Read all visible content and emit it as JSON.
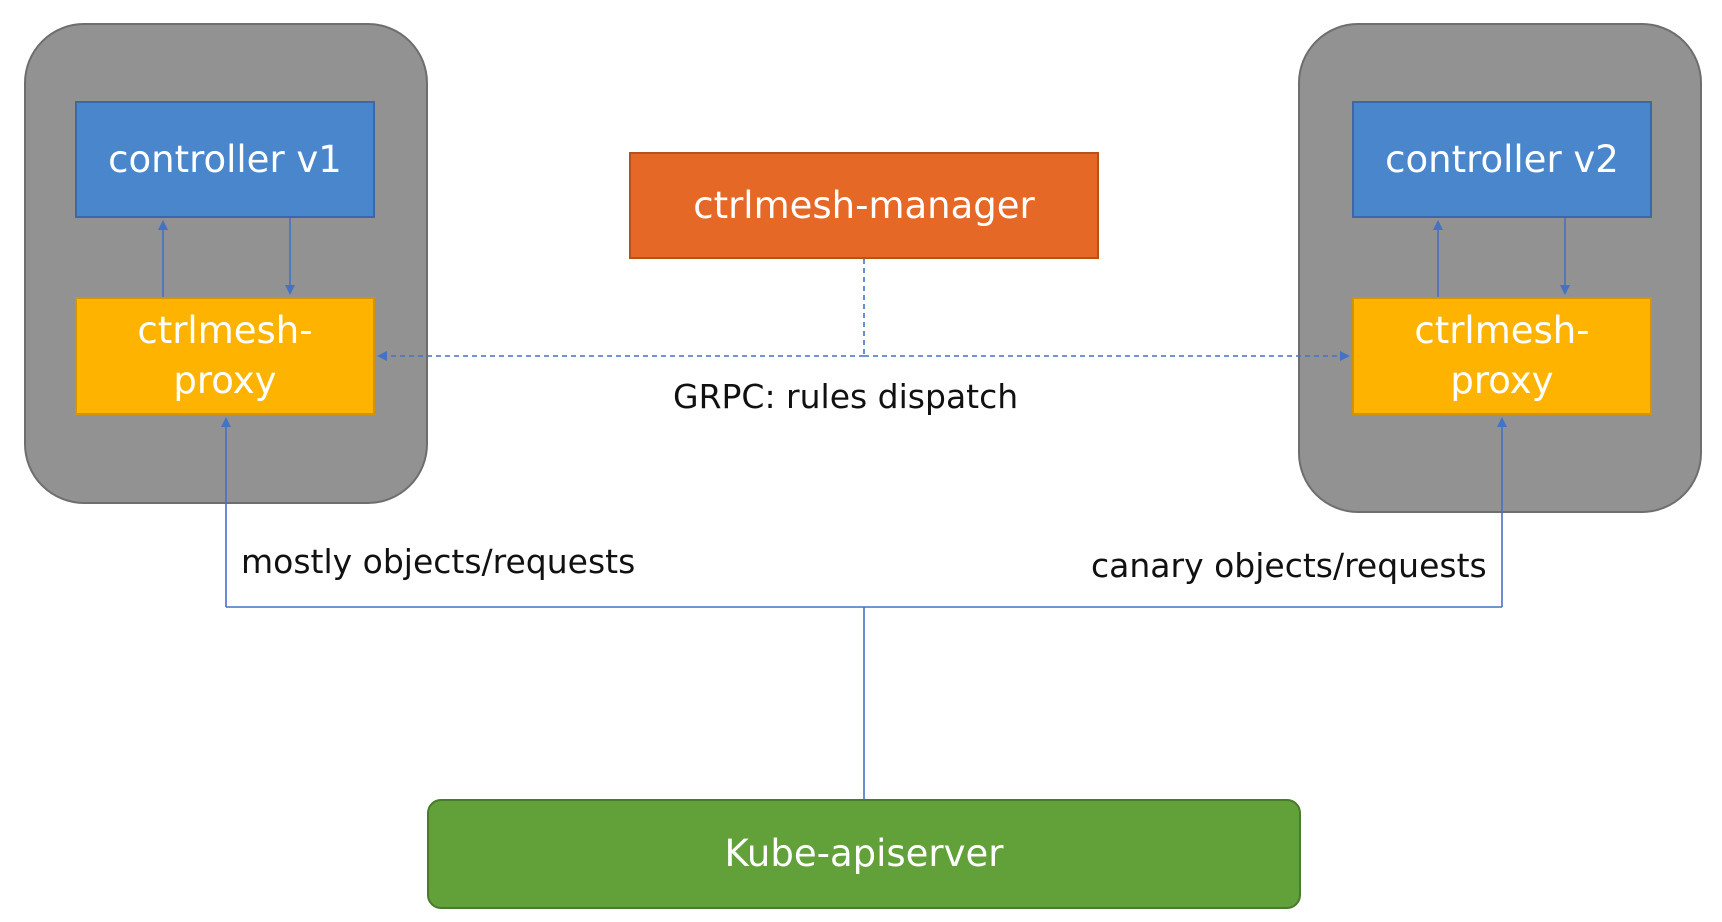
{
  "pods": {
    "left": {
      "controller": "controller v1",
      "proxy": "ctrlmesh-\nproxy"
    },
    "right": {
      "controller": "controller v2",
      "proxy": "ctrlmesh-\nproxy"
    }
  },
  "manager": {
    "label": "ctrlmesh-manager"
  },
  "apiserver": {
    "label": "Kube-apiserver"
  },
  "edges": {
    "grpc": "GRPC: rules dispatch",
    "mostly": "mostly objects/requests",
    "canary": "canary objects/requests"
  },
  "colors": {
    "pod": "#929292",
    "controller": "#4a86cc",
    "proxy": "#fdb300",
    "manager": "#e56827",
    "apiserver": "#62a03a",
    "connector": "#4472c4"
  }
}
